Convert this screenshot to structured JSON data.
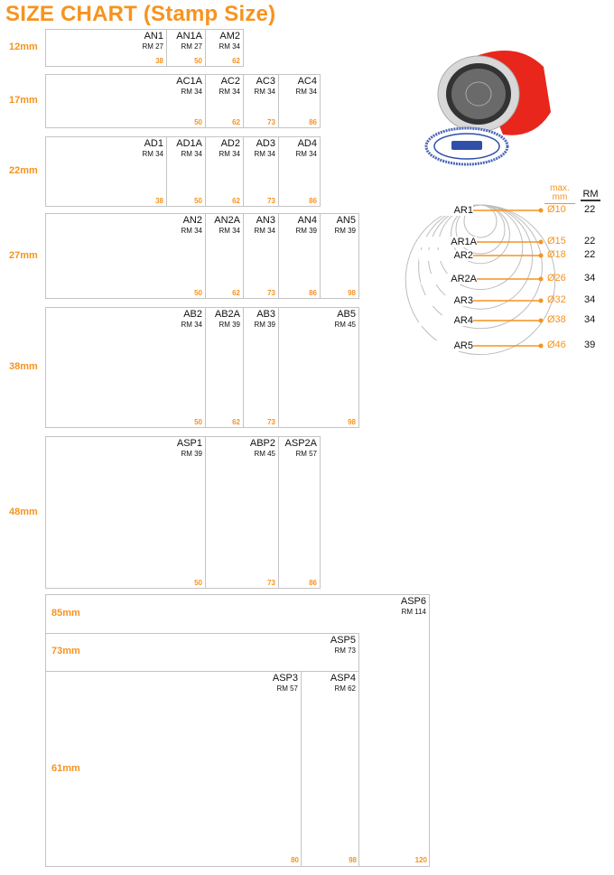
{
  "title": "SIZE CHART (Stamp Size)",
  "colors": {
    "accent": "#f7931e",
    "border": "#c4c4c4",
    "stamp_red": "#e8261c",
    "seal_blue": "#2f4fa8"
  },
  "rows": [
    {
      "height_label": "12mm",
      "height_mm": 12,
      "items": [
        {
          "code": "AN1",
          "price": "RM 27",
          "width": 38
        },
        {
          "code": "AN1A",
          "price": "RM 27",
          "width": 50
        },
        {
          "code": "AM2",
          "price": "RM 34",
          "width": 62
        }
      ]
    },
    {
      "height_label": "17mm",
      "height_mm": 17,
      "items": [
        {
          "code": "AC1A",
          "price": "RM 34",
          "width": 50
        },
        {
          "code": "AC2",
          "price": "RM 34",
          "width": 62
        },
        {
          "code": "AC3",
          "price": "RM 34",
          "width": 73
        },
        {
          "code": "AC4",
          "price": "RM 34",
          "width": 86
        }
      ]
    },
    {
      "height_label": "22mm",
      "height_mm": 22,
      "items": [
        {
          "code": "AD1",
          "price": "RM 34",
          "width": 38
        },
        {
          "code": "AD1A",
          "price": "RM 34",
          "width": 50
        },
        {
          "code": "AD2",
          "price": "RM 34",
          "width": 62
        },
        {
          "code": "AD3",
          "price": "RM 34",
          "width": 73
        },
        {
          "code": "AD4",
          "price": "RM 34",
          "width": 86
        }
      ]
    },
    {
      "height_label": "27mm",
      "height_mm": 27,
      "items": [
        {
          "code": "AN2",
          "price": "RM 34",
          "width": 50
        },
        {
          "code": "AN2A",
          "price": "RM 34",
          "width": 62
        },
        {
          "code": "AN3",
          "price": "RM 34",
          "width": 73
        },
        {
          "code": "AN4",
          "price": "RM 39",
          "width": 86
        },
        {
          "code": "AN5",
          "price": "RM 39",
          "width": 98
        }
      ]
    },
    {
      "height_label": "38mm",
      "height_mm": 38,
      "items": [
        {
          "code": "AB2",
          "price": "RM 34",
          "width": 50
        },
        {
          "code": "AB2A",
          "price": "RM 39",
          "width": 62
        },
        {
          "code": "AB3",
          "price": "RM 39",
          "width": 73
        },
        {
          "code": "AB5",
          "price": "RM 45",
          "width": 98
        }
      ]
    },
    {
      "height_label": "48mm",
      "height_mm": 48,
      "items": [
        {
          "code": "ASP1",
          "price": "RM 39",
          "width": 50
        },
        {
          "code": "ABP2",
          "price": "RM 45",
          "width": 73
        },
        {
          "code": "ASP2A",
          "price": "RM 57",
          "width": 86
        }
      ]
    }
  ],
  "large": [
    {
      "height_label": "85mm",
      "height_mm": 85,
      "items": [
        {
          "code": "ASP6",
          "price": "RM 114",
          "width": 120
        }
      ]
    },
    {
      "height_label": "73mm",
      "height_mm": 73,
      "items": [
        {
          "code": "ASP5",
          "price": "RM 73",
          "width": 98
        }
      ]
    },
    {
      "height_label": "61mm",
      "height_mm": 61,
      "items": [
        {
          "code": "ASP3",
          "price": "RM 57",
          "width": 80
        },
        {
          "code": "ASP4",
          "price": "RM 62",
          "width": 98
        }
      ]
    }
  ],
  "large_width_labels": [
    80,
    98,
    120
  ],
  "round": {
    "header_max": "max.",
    "header_mm": "mm",
    "header_rm": "RM",
    "items": [
      {
        "code": "AR1",
        "diameter": "Ø10",
        "mm": 10,
        "price": "22"
      },
      {
        "code": "AR1A",
        "diameter": "Ø15",
        "mm": 15,
        "price": "22"
      },
      {
        "code": "AR2",
        "diameter": "Ø18",
        "mm": 18,
        "price": "22"
      },
      {
        "code": "AR2A",
        "diameter": "Ø26",
        "mm": 26,
        "price": "34"
      },
      {
        "code": "AR3",
        "diameter": "Ø32",
        "mm": 32,
        "price": "34"
      },
      {
        "code": "AR4",
        "diameter": "Ø38",
        "mm": 38,
        "price": "34"
      },
      {
        "code": "AR5",
        "diameter": "Ø46",
        "mm": 46,
        "price": "39"
      }
    ]
  }
}
